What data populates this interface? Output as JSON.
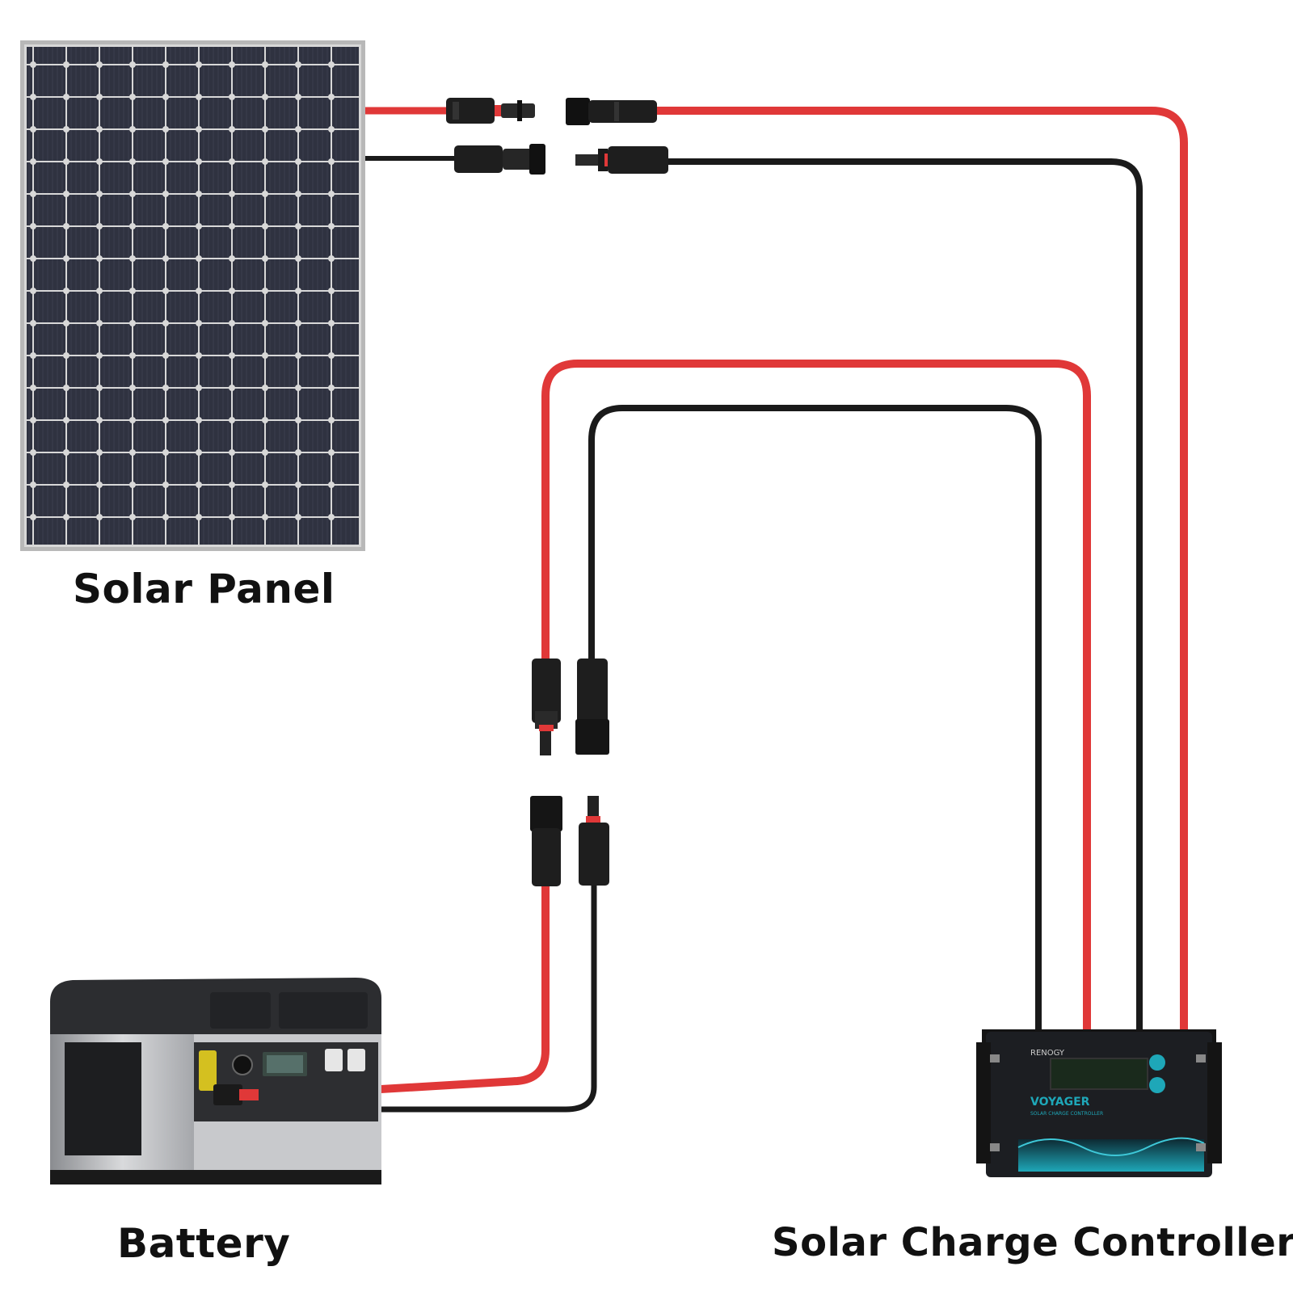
{
  "labels": {
    "solar_panel": "Solar Panel",
    "battery": "Battery",
    "solar_charge_controller": "Solar Charge Controller"
  },
  "controller": {
    "brand": "RENOGY",
    "model": "VOYAGER",
    "subtitle": "SOLAR CHARGE CONTROLLER"
  },
  "colors": {
    "positive_wire": "#e03838",
    "negative_wire": "#1a1a1a",
    "panel_cell": "#2f3240",
    "panel_frame": "#b8b8b8",
    "controller_body": "#1c1e22",
    "controller_accent": "#1ea7b8"
  }
}
